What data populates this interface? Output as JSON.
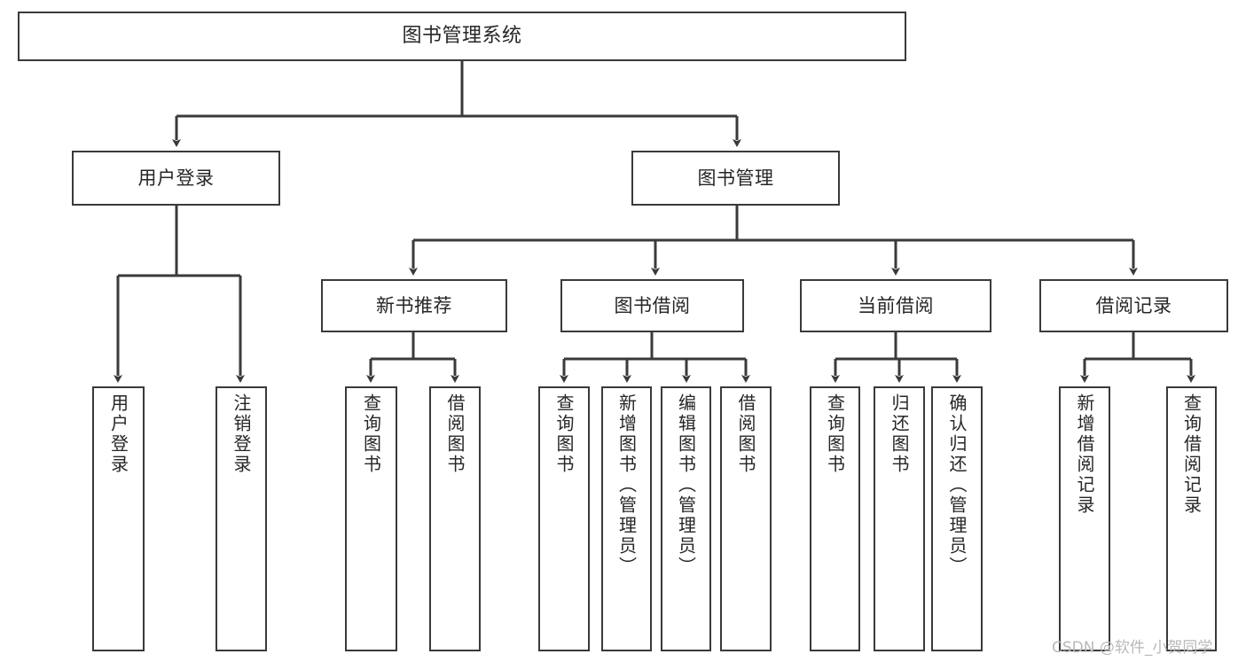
{
  "diagram": {
    "title": "图书管理系统",
    "type": "tree-hierarchy",
    "watermark": "CSDN @软件_小贺同学",
    "colors": {
      "border": "#3a3a3a",
      "fill": "#ffffff",
      "text": "#262626",
      "edge": "#3a3a3a",
      "watermark": "#b9b9b9"
    }
  },
  "nodes": {
    "root": {
      "label": "图书管理系统"
    },
    "level2": [
      {
        "label": "用户登录"
      },
      {
        "label": "图书管理"
      }
    ],
    "level3": [
      {
        "label": "新书推荐"
      },
      {
        "label": "图书借阅"
      },
      {
        "label": "当前借阅"
      },
      {
        "label": "借阅记录"
      }
    ],
    "leaves": {
      "user_login": [
        {
          "label": "用户登录"
        },
        {
          "label": "注销登录"
        }
      ],
      "new_book": [
        {
          "label": "查询图书"
        },
        {
          "label": "借阅图书"
        }
      ],
      "book_borrow": [
        {
          "label": "查询图书"
        },
        {
          "label": "新增图书（管理员）"
        },
        {
          "label": "编辑图书（管理员）"
        },
        {
          "label": "借阅图书"
        }
      ],
      "current_borrow": [
        {
          "label": "查询图书"
        },
        {
          "label": "归还图书"
        },
        {
          "label": "确认归还（管理员）"
        }
      ],
      "borrow_record": [
        {
          "label": "新增借阅记录"
        },
        {
          "label": "查询借阅记录"
        }
      ]
    }
  }
}
